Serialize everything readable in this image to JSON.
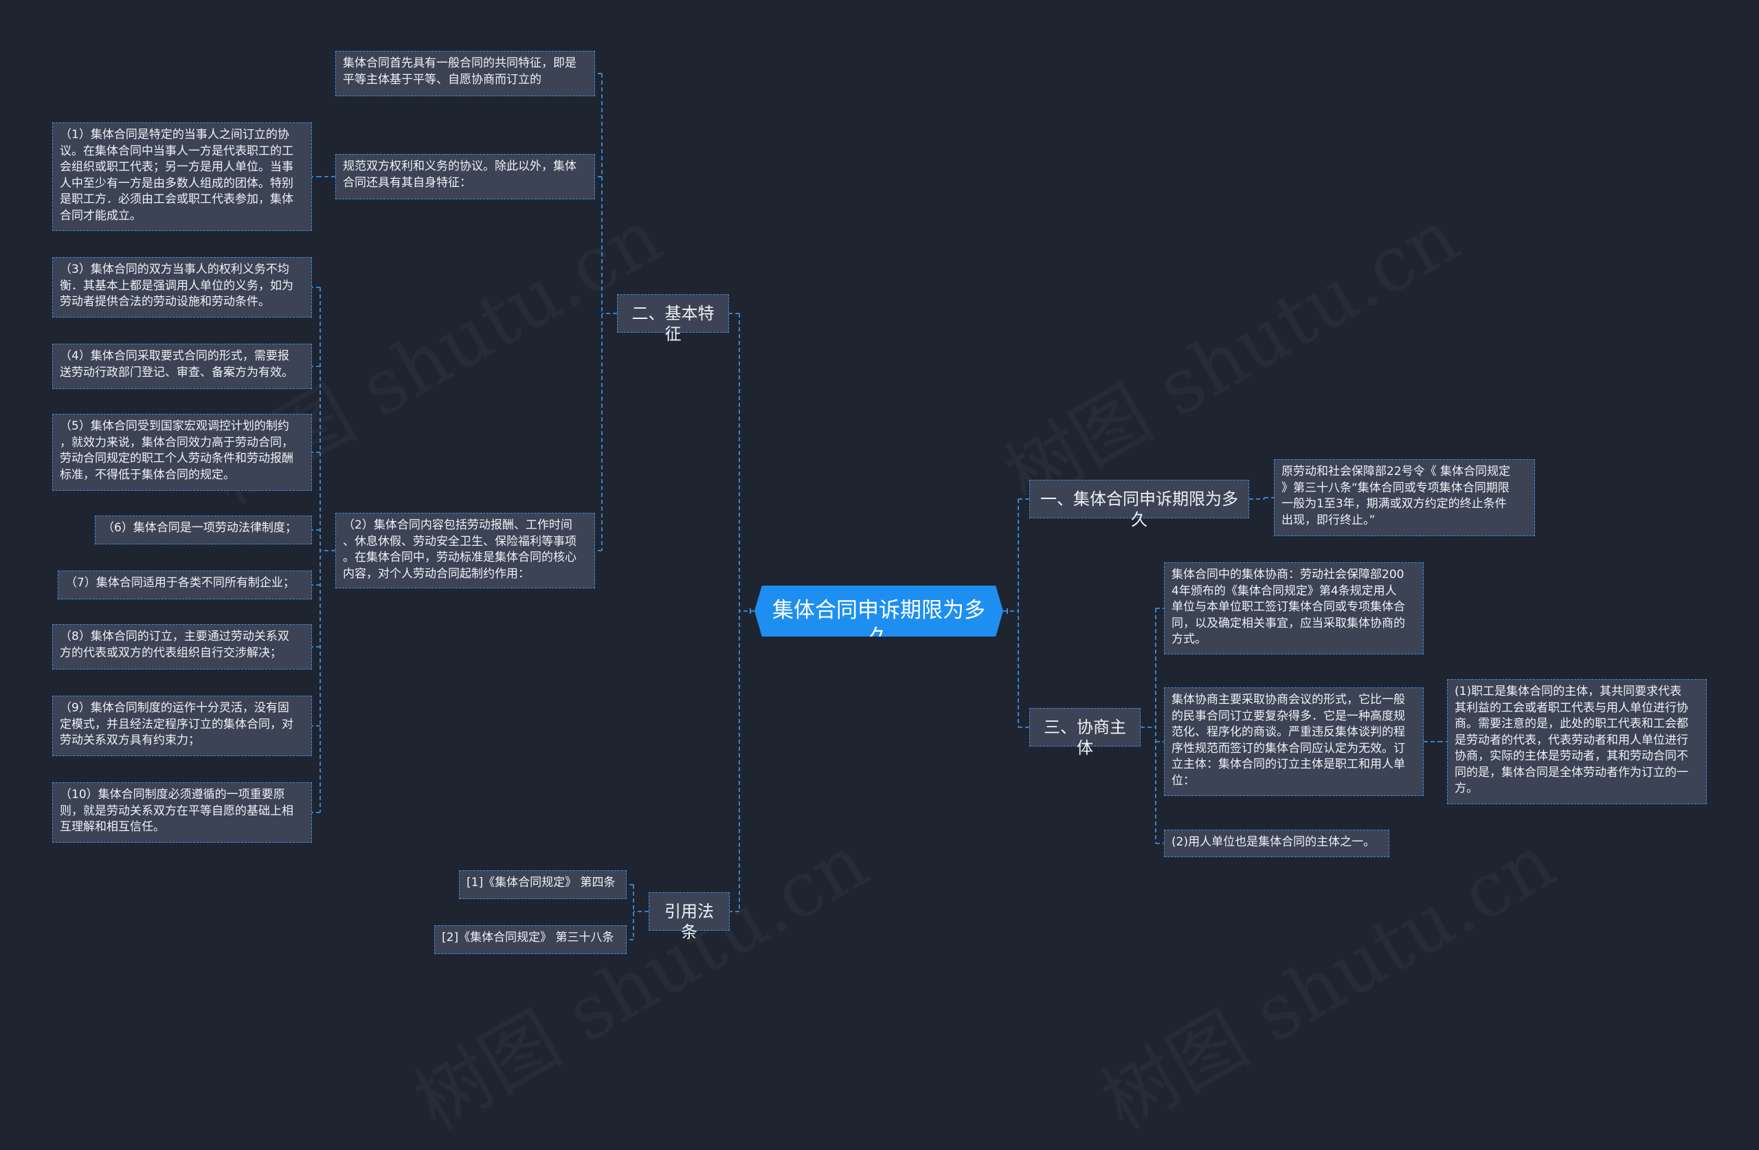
{
  "colors": {
    "background": "#1f2431",
    "node_fill": "#3c4354",
    "accent": "#1e8ff0",
    "link": "#3b8fd9",
    "text": "#eef1f6"
  },
  "root": {
    "id": "root",
    "text": "集体合同申诉期限为多久"
  },
  "branches": [
    {
      "id": "b1",
      "text": "一、集体合同申诉期限为多久",
      "side": "right"
    },
    {
      "id": "b3",
      "text": "三、协商主体",
      "side": "right"
    },
    {
      "id": "b2",
      "text": "二、基本特征",
      "side": "left"
    },
    {
      "id": "b4",
      "text": "引用法条",
      "side": "left"
    }
  ],
  "leaves": [
    {
      "id": "r1",
      "parent": "b1",
      "text": "原劳动和社会保障部22号令《 集体合同规定\n》第三十八条“集体合同或专项集体合同期限\n一般为1至3年，期满或双方约定的终止条件\n出现，即行终止。”"
    },
    {
      "id": "r2",
      "parent": "b3",
      "text": "集体合同中的集体协商：劳动社会保障部200\n4年颁布的《集体合同规定》第4条规定用人\n单位与本单位职工签订集体合同或专项集体合\n同，以及确定相关事宜，应当采取集体协商的\n方式。"
    },
    {
      "id": "r3",
      "parent": "b3",
      "text": "集体协商主要采取协商会议的形式，它比一般\n的民事合同订立要复杂得多．它是一种高度规\n范化、程序化的商谈。严重违反集体谈判的程\n序性规范而签订的集体合同应认定为无效。订\n立主体：集体合同的订立主体是职工和用人单\n位："
    },
    {
      "id": "r4",
      "parent": "r3",
      "text": "(1)职工是集体合同的主体，其共同要求代表\n其利益的工会或者职工代表与用人单位进行协\n商。需要注意的是，此处的职工代表和工会都\n是劳动者的代表，代表劳动者和用人单位进行\n协商，实际的主体是劳动者，其和劳动合同不\n同的是，集体合同是全体劳动者作为订立的一\n方。"
    },
    {
      "id": "r5",
      "parent": "b3",
      "text": "(2)用人单位也是集体合同的主体之一。"
    },
    {
      "id": "m1",
      "parent": "b2",
      "text": "集体合同首先具有一般合同的共同特征，即是\n平等主体基于平等、自愿协商而订立的"
    },
    {
      "id": "m2",
      "parent": "b2",
      "text": "规范双方权利和义务的协议。除此以外，集体\n合同还具有其自身特征："
    },
    {
      "id": "m3",
      "parent": "b2",
      "text": "（2）集体合同内容包括劳动报酬、工作时间\n、休息休假、劳动安全卫生、保险福利等事项\n。在集体合同中，劳动标准是集体合同的核心\n内容，对个人劳动合同起制约作用："
    },
    {
      "id": "l1",
      "parent": "m2",
      "text": "（1）集体合同是特定的当事人之间订立的协\n议。在集体合同中当事人一方是代表职工的工\n会组织或职工代表；另一方是用人单位。当事\n人中至少有一方是由多数人组成的团体。特别\n是职工方．必须由工会或职工代表参加，集体\n合同才能成立。"
    },
    {
      "id": "l3",
      "parent": "m3",
      "text": "（3）集体合同的双方当事人的权利义务不均\n衡．其基本上都是强调用人单位的义务，如为\n劳动者提供合法的劳动设施和劳动条件。"
    },
    {
      "id": "l4",
      "parent": "m3",
      "text": "（4）集体合同采取要式合同的形式，需要报\n送劳动行政部门登记、审查、备案方为有效。"
    },
    {
      "id": "l5",
      "parent": "m3",
      "text": "（5）集体合同受到国家宏观调控计划的制约\n，就效力来说，集体合同效力高于劳动合同，\n劳动合同规定的职工个人劳动条件和劳动报酬\n标准，不得低于集体合同的规定。"
    },
    {
      "id": "l6",
      "parent": "m3",
      "text": "（6）集体合同是一项劳动法律制度；"
    },
    {
      "id": "l7",
      "parent": "m3",
      "text": "（7）集体合同适用于各类不同所有制企业；"
    },
    {
      "id": "l8",
      "parent": "m3",
      "text": "（8）集体合同的订立，主要通过劳动关系双\n方的代表或双方的代表组织自行交涉解决；"
    },
    {
      "id": "l9",
      "parent": "m3",
      "text": "（9）集体合同制度的运作十分灵活，没有固\n定模式，并且经法定程序订立的集体合同，对\n劳动关系双方具有约束力；"
    },
    {
      "id": "l10",
      "parent": "m3",
      "text": "（10）集体合同制度必须遵循的一项重要原\n则，就是劳动关系双方在平等自愿的基础上相\n互理解和相互信任。"
    },
    {
      "id": "c1",
      "parent": "b4",
      "text": "[1]《集体合同规定》 第四条"
    },
    {
      "id": "c2",
      "parent": "b4",
      "text": "[2]《集体合同规定》 第三十八条"
    }
  ]
}
